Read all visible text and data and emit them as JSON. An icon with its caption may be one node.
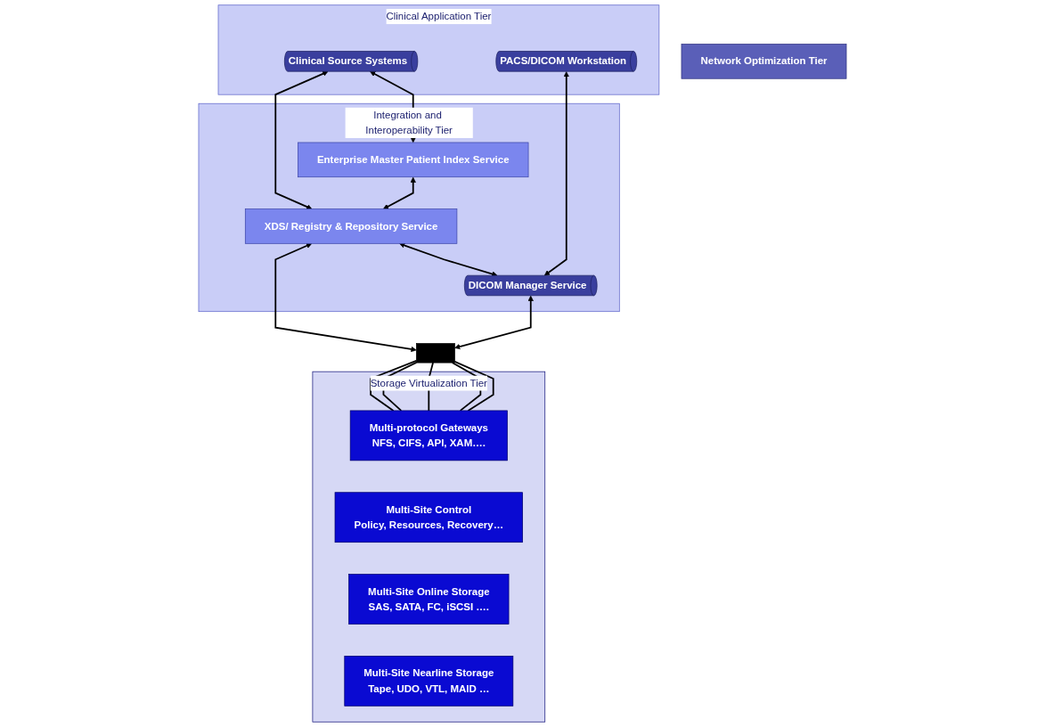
{
  "diagram": {
    "nodes": [
      {
        "text": [
          "Clinical Application Tier"
        ]
      },
      {
        "text": [
          "Clinical Source Systems"
        ],
        "in": 0
      },
      {
        "text": [
          "PACS/DICOM Workstation"
        ],
        "in": 0
      },
      {
        "text": [
          "Integration and Interoperability Tier"
        ]
      },
      {
        "text": [
          "Enterprise Master Patient Index Service"
        ],
        "in": 3
      },
      {
        "text": [
          "XDS/ Registry & Repository Service"
        ],
        "in": 3
      },
      {
        "text": [
          "DICOM Manager Service"
        ],
        "in": 3
      },
      {
        "text": [],
        "shape": "bar"
      },
      {
        "text": [
          "Storage Virtualization Tier"
        ]
      },
      {
        "text": [
          "Multi-protocol Gateways",
          "NFS, CIFS, API, XAM…."
        ],
        "in": 8
      },
      {
        "text": [
          "Multi-Site Control",
          "Policy, Resources, Recovery…"
        ],
        "in": 8
      },
      {
        "text": [
          "Multi-Site Online Storage",
          "SAS, SATA, FC, iSCSI …."
        ],
        "in": 8
      },
      {
        "text": [
          "Multi-Site Nearline Storage",
          "Tape, UDO, VTL, MAID …"
        ],
        "in": 8
      },
      {
        "text": [
          "Network Optimization Tier"
        ]
      }
    ],
    "edges": [
      {
        "from": 1,
        "to": 4,
        "arrow": "both"
      },
      {
        "from": 1,
        "to": 5,
        "arrow": "both"
      },
      {
        "from": 2,
        "to": 6,
        "arrow": "both"
      },
      {
        "from": 4,
        "to": 5,
        "arrow": "both"
      },
      {
        "from": 5,
        "to": 6,
        "arrow": "both"
      },
      {
        "from": 5,
        "to": 7,
        "arrow": "both"
      },
      {
        "from": 6,
        "to": 7,
        "arrow": "both"
      },
      {
        "from": 7,
        "to": 9,
        "arrow": "none"
      },
      {
        "from": 7,
        "to": 9,
        "arrow": "none"
      },
      {
        "from": 7,
        "to": 9,
        "arrow": "none"
      },
      {
        "from": 7,
        "to": 9,
        "arrow": "none"
      },
      {
        "from": 7,
        "to": 9,
        "arrow": "none"
      }
    ]
  }
}
